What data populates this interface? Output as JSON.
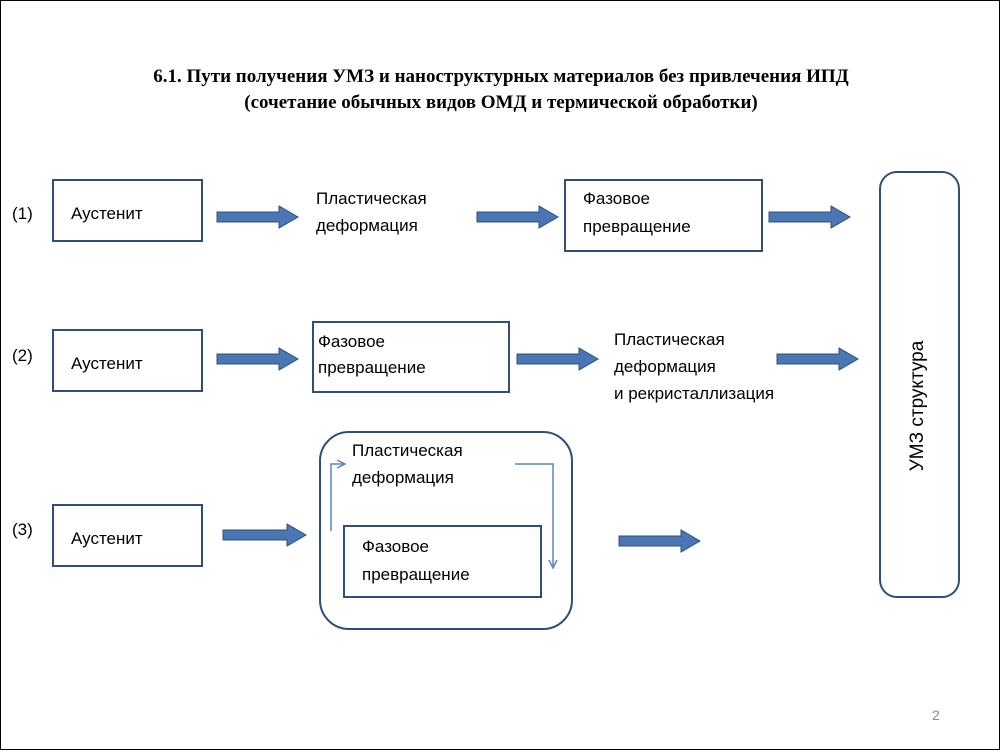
{
  "title": {
    "line1": "6.1. Пути получения УМЗ и наноструктурных материалов без привлечения ИПД",
    "line2": "(сочетание обычных видов ОМД и термической обработки)"
  },
  "rows": [
    {
      "label": "(1)",
      "start": "Аустенит",
      "step1": [
        "Пластическая",
        "деформация"
      ],
      "step2": [
        "Фазовое",
        "превращение"
      ]
    },
    {
      "label": "(2)",
      "start": "Аустенит",
      "step1": [
        "Фазовое",
        "превращение"
      ],
      "step2": [
        "Пластическая",
        "деформация",
        "и рекристаллизация"
      ]
    },
    {
      "label": "(3)",
      "start": "Аустенит",
      "combined": {
        "deformation": [
          "Пластическая",
          "деформация"
        ],
        "transformation": [
          "Фазовое",
          "превращение"
        ]
      }
    }
  ],
  "result": "УМЗ структура",
  "page_number": "2",
  "colors": {
    "arrow_fill": "#4a76b4",
    "arrow_stroke": "#2f4f7a",
    "box_border": "#2f4f7a",
    "thin_arrow": "#5b86c0"
  }
}
